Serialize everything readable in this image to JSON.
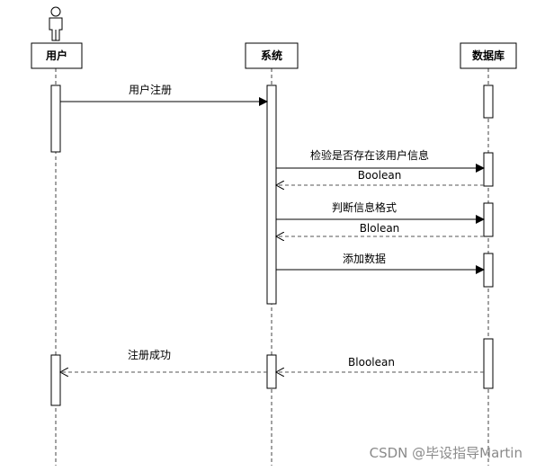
{
  "participants": {
    "user": {
      "label": "用户"
    },
    "system": {
      "label": "系统"
    },
    "database": {
      "label": "数据库"
    }
  },
  "messages": [
    {
      "label": "用户注册",
      "from": "user",
      "to": "system",
      "kind": "sync"
    },
    {
      "label": "检验是否存在该用户信息",
      "from": "system",
      "to": "database",
      "kind": "sync"
    },
    {
      "label": "Boolean",
      "from": "database",
      "to": "system",
      "kind": "return"
    },
    {
      "label": "判断信息格式",
      "from": "system",
      "to": "database",
      "kind": "sync"
    },
    {
      "label": "Blolean",
      "from": "database",
      "to": "system",
      "kind": "return"
    },
    {
      "label": "添加数据",
      "from": "system",
      "to": "database",
      "kind": "sync"
    },
    {
      "label": "注册成功",
      "from": "system",
      "to": "user",
      "kind": "return"
    },
    {
      "label": "Bloolean",
      "from": "database",
      "to": "system",
      "kind": "return"
    }
  ],
  "watermark": "CSDN @毕设指导Martin"
}
